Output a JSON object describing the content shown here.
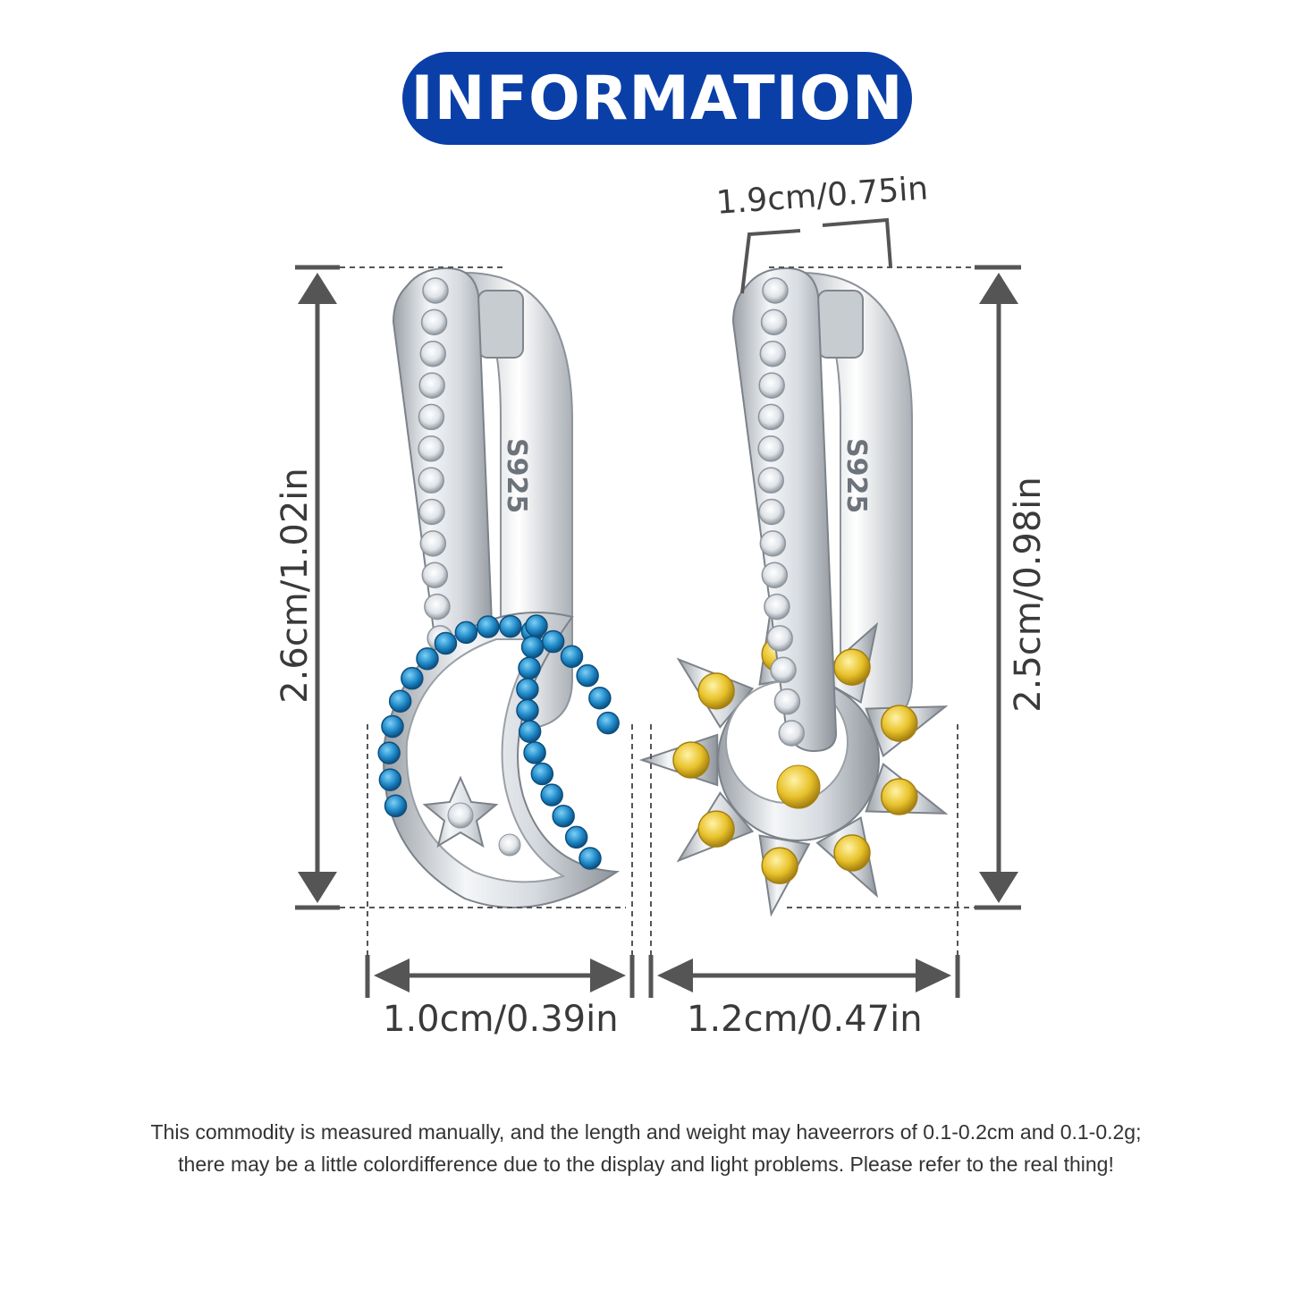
{
  "header": {
    "title": "INFORMATION",
    "accent_color": "#0a3fa8"
  },
  "product": {
    "left_piece": "moon-star-charm",
    "right_piece": "sun-charm",
    "hoop_stamp": "S925",
    "blue_stone_color": "#1e88c8",
    "yellow_stone_color": "#e8c22a",
    "metal_color": "#d9dde2"
  },
  "dimensions": {
    "left_height": "2.6cm/1.02in",
    "right_height": "2.5cm/0.98in",
    "hoop_width": "1.9cm/0.75in",
    "left_width": "1.0cm/0.39in",
    "right_width": "1.2cm/0.47in"
  },
  "notice": {
    "line1": "This commodity is measured manually, and the length and weight may haveerrors of 0.1-0.2cm and 0.1-0.2g;",
    "line2": "there may be a little colordifference due to the display and light problems. Please refer to the real thing!"
  }
}
